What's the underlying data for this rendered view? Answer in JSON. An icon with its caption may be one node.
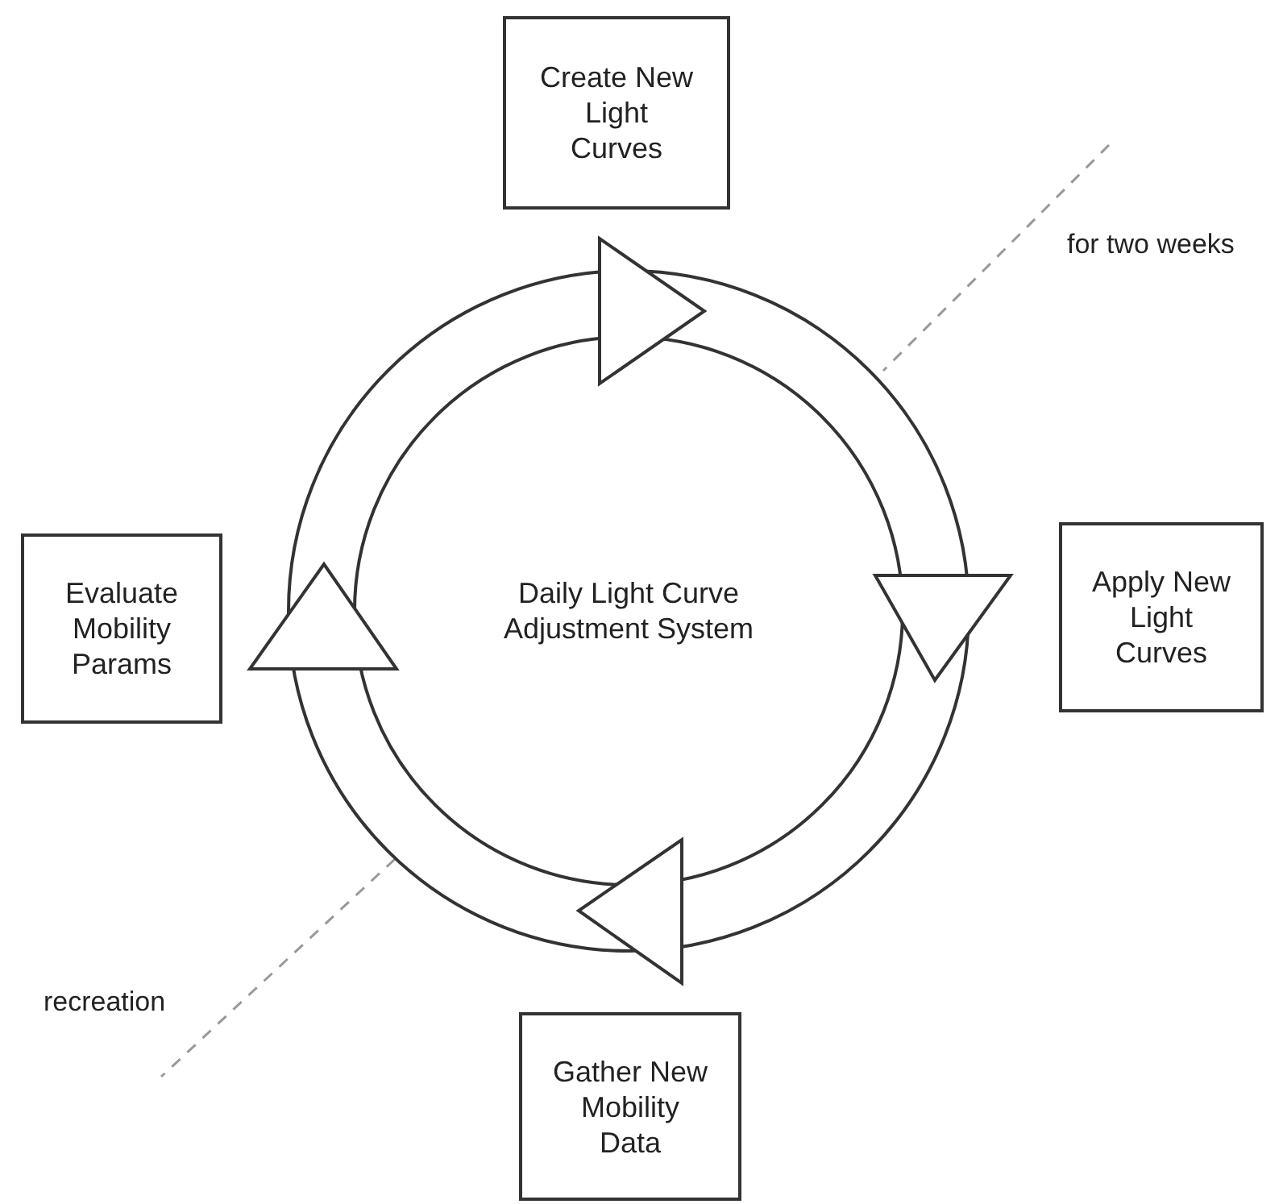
{
  "diagram": {
    "nodes": [
      {
        "text": [
          "Create New Light Curves"
        ]
      },
      {
        "text": [
          "Evaluate Mobility Params"
        ]
      },
      {
        "text": [
          "Daily Light Curve Adjustment System"
        ]
      },
      {
        "text": [
          "Apply New Light Curves"
        ]
      },
      {
        "text": [
          "Gather New Mobility Data"
        ]
      }
    ],
    "edges": [],
    "labels": [
      "for two weeks",
      "recreation"
    ]
  }
}
